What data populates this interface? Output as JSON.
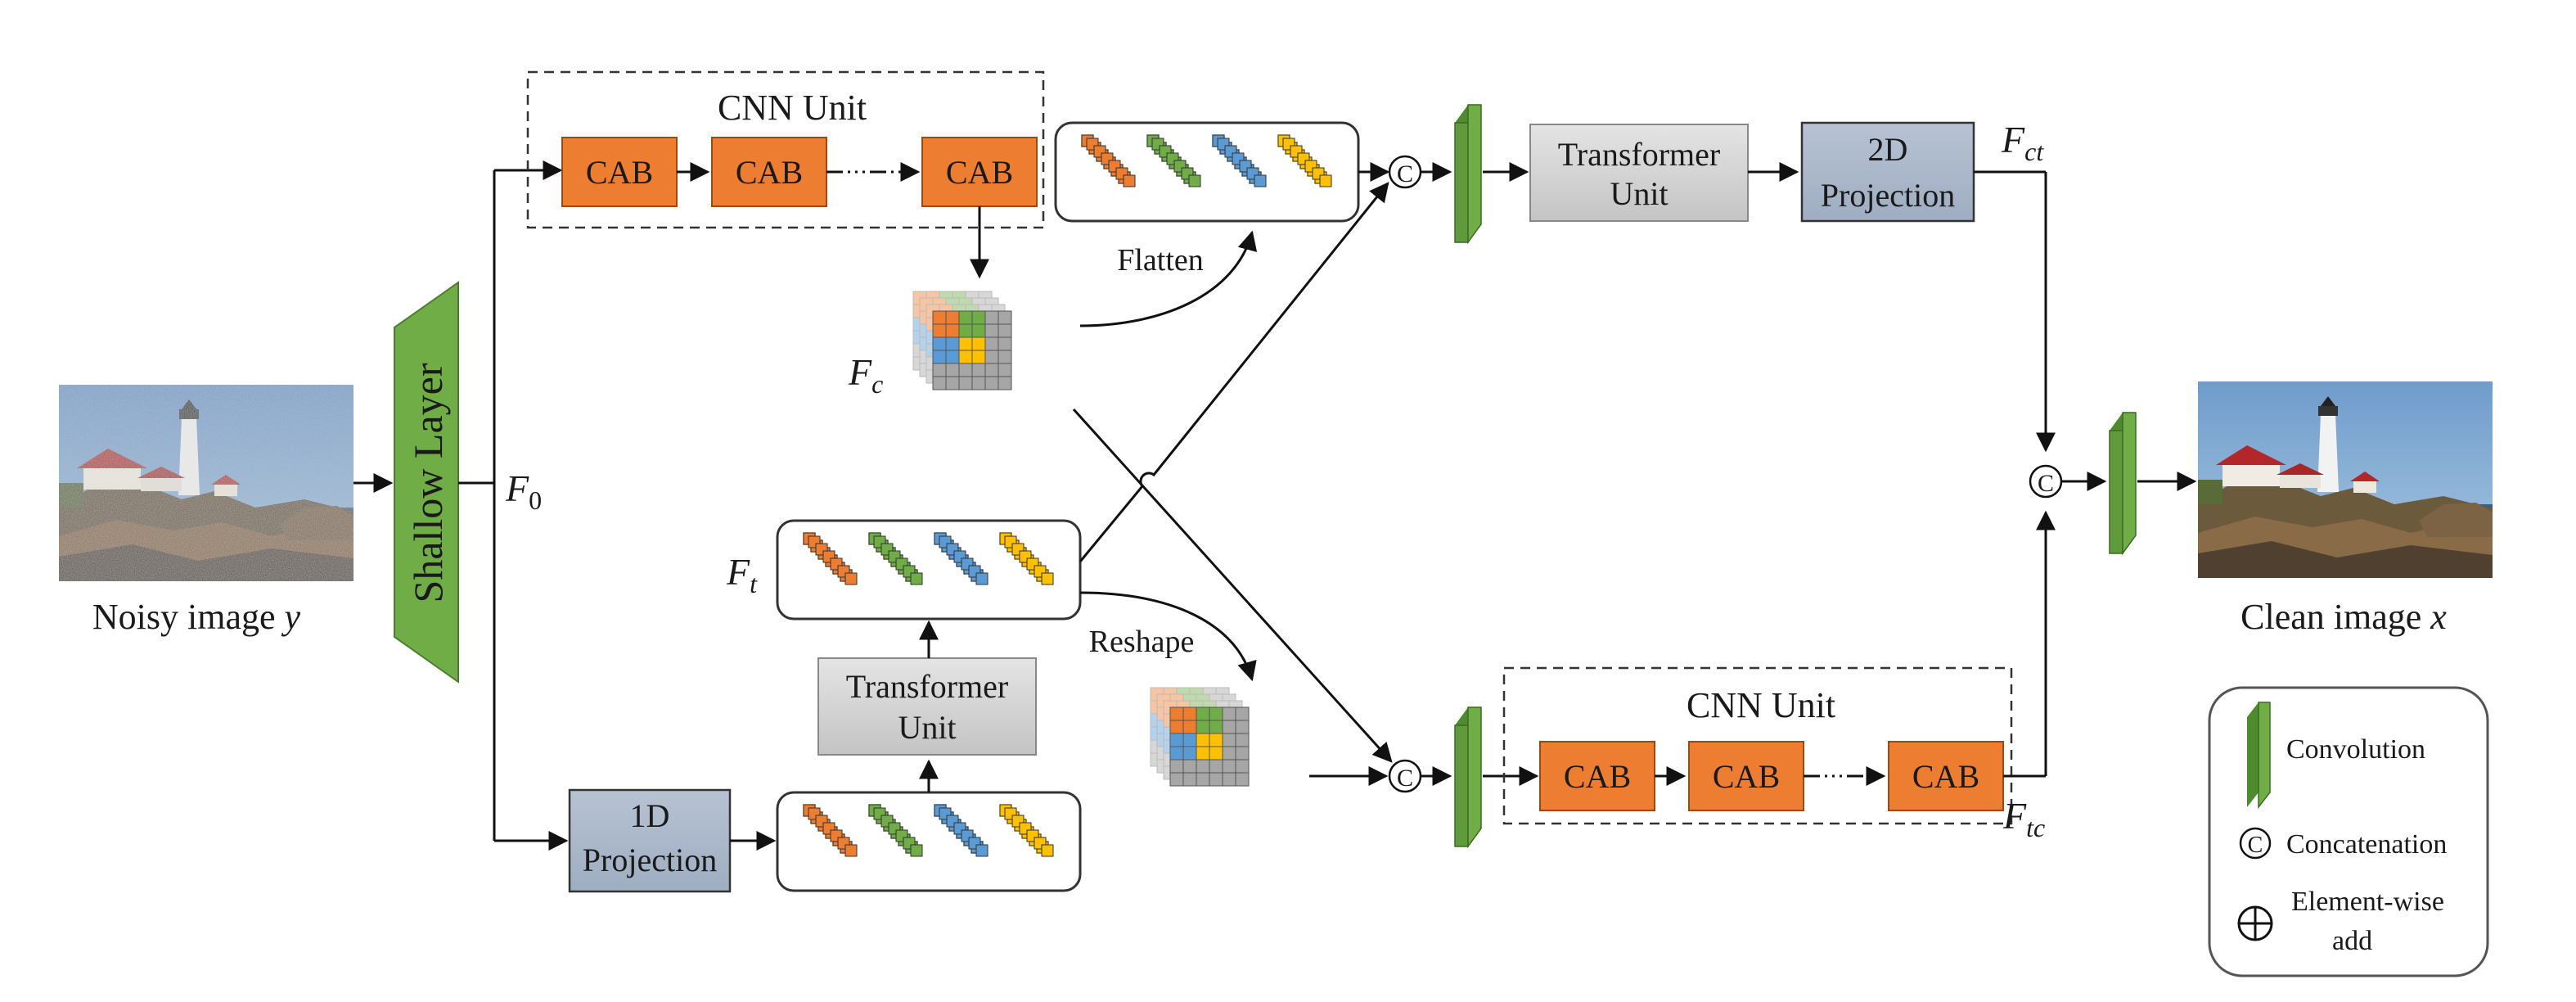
{
  "inputs": {
    "noisy_label": "Noisy image",
    "noisy_var": "y"
  },
  "outputs": {
    "clean_label": "Clean image",
    "clean_var": "x"
  },
  "shallow_layer": {
    "label": "Shallow Layer"
  },
  "features": {
    "f0": {
      "base": "F",
      "sub": "0"
    },
    "fc": {
      "base": "F",
      "sub": "c"
    },
    "ft": {
      "base": "F",
      "sub": "t"
    },
    "fct": {
      "base": "F",
      "sub": "ct"
    },
    "ftc": {
      "base": "F",
      "sub": "tc"
    }
  },
  "cnn_unit_top": {
    "title": "CNN Unit",
    "blocks": [
      "CAB",
      "CAB",
      "CAB"
    ]
  },
  "cnn_unit_bottom": {
    "title": "CNN Unit",
    "blocks": [
      "CAB",
      "CAB",
      "CAB"
    ]
  },
  "transformer_top": {
    "line1": "Transformer",
    "line2": "Unit"
  },
  "transformer_bottom": {
    "line1": "Transformer",
    "line2": "Unit"
  },
  "projection_2d": {
    "line1": "2D",
    "line2": "Projection"
  },
  "projection_1d": {
    "line1": "1D",
    "line2": "Projection"
  },
  "ops": {
    "flatten": "Flatten",
    "reshape": "Reshape",
    "concat_symbol": "C"
  },
  "legend": {
    "convolution": "Convolution",
    "concatenation": "Concatenation",
    "elementwise_line1": "Element-wise",
    "elementwise_line2": "add"
  },
  "colors": {
    "orange": "#ed7d31",
    "green": "#70ad47",
    "blue": "#5b9bd5",
    "yellow": "#ffc000",
    "gray_cell": "#a6a6a6",
    "conv_green": "#5f9a3b",
    "shallow_green": "#70ad47",
    "projection_blue": "#adb9ca",
    "transformer_gray": "#d0d0d0"
  },
  "icons": [
    "lighthouse-image-noisy",
    "lighthouse-image-clean",
    "convolution-icon",
    "concatenation-icon",
    "elementwise-add-icon"
  ]
}
